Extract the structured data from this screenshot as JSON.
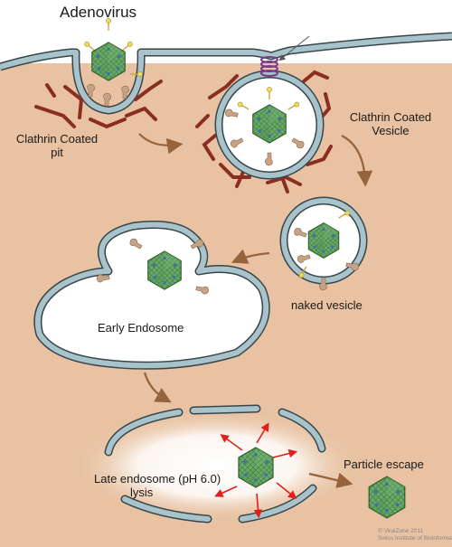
{
  "title": "Adenovirus",
  "labels": {
    "clathrin_pit_line1": "Clathrin Coated",
    "clathrin_pit_line2": "pit",
    "clathrin_vesicle_line1": "Clathrin Coated",
    "clathrin_vesicle_line2": "Vesicle",
    "naked_vesicle": "naked vesicle",
    "early_endosome": "Early Endosome",
    "late_endosome_line1": "Late endosome (pH 6.0)",
    "late_endosome_line2": "lysis",
    "particle_escape": "Particle escape"
  },
  "credit": {
    "line1": "© ViralZone 2011",
    "line2": "Swiss Institute of Bioinformatics"
  },
  "colors": {
    "cytoplasm": "#e8c2a2",
    "membrane": "#a9c3cb",
    "membrane_outline": "#37464b",
    "capsid": "#6aa96a",
    "clathrin": "#8b2e22",
    "dynamin": "#7a3a8c",
    "receptor": "#c7a385",
    "fiber": "#e8d25a",
    "flow_arrow": "#96643c",
    "lysis_arrow": "#e0201a"
  }
}
